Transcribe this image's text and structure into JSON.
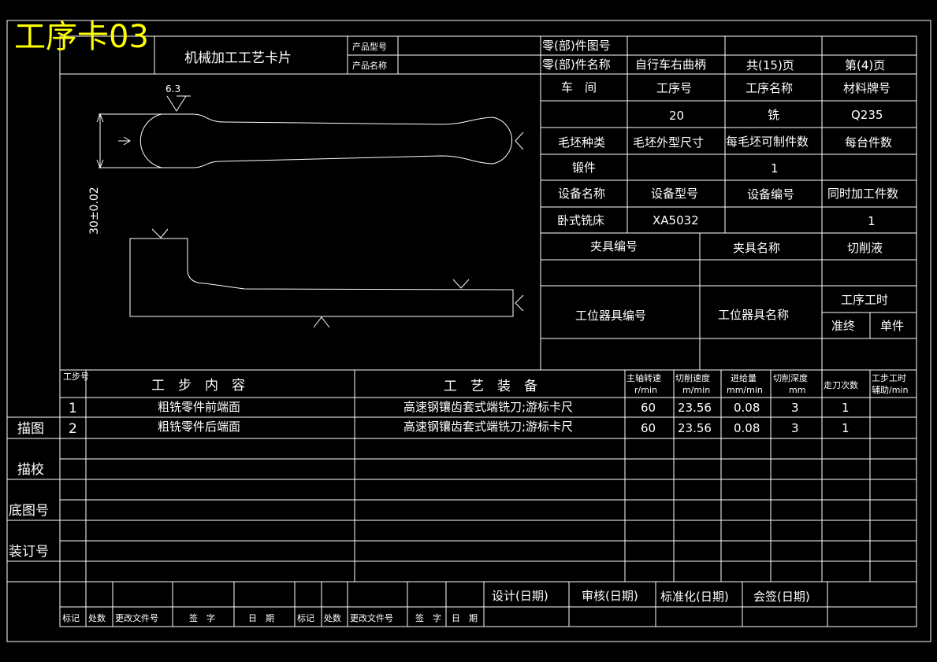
{
  "card": {
    "highlight_title": "工序卡03",
    "title": "机械加工工艺卡片",
    "product_model_label": "产品型号",
    "product_name_label": "产品名称",
    "part_drawing_label": "零(部)件图号",
    "part_name_label": "零(部)件名称",
    "part_name_value": "自行车右曲柄",
    "total_pages": "共(15)页",
    "page_no": "第(4)页"
  },
  "info": {
    "workshop_label": "车　间",
    "process_no_label": "工序号",
    "process_name_label": "工序名称",
    "material_label": "材料牌号",
    "process_no": "20",
    "process_name": "铣",
    "material": "Q235",
    "blank_type_label": "毛坯种类",
    "blank_size_label": "毛坯外型尺寸",
    "per_blank_label": "每毛坯可制件数",
    "per_unit_label": "每台件数",
    "blank_type": "锻件",
    "per_blank": "1",
    "equip_name_label": "设备名称",
    "equip_model_label": "设备型号",
    "equip_no_label": "设备编号",
    "simul_label": "同时加工件数",
    "equip_name": "卧式铣床",
    "equip_model": "XA5032",
    "simul": "1",
    "fixture_no_label": "夹具编号",
    "fixture_name_label": "夹具名称",
    "coolant_label": "切削液",
    "station_tool_no_label": "工位器具编号",
    "station_tool_name_label": "工位器具名称",
    "process_time_label": "工序工时",
    "prep_label": "准终",
    "unit_label": "单件"
  },
  "drawing": {
    "roughness": "6.3",
    "dimension": "30±0.02"
  },
  "steps": {
    "h_step": "工步号",
    "h_content": "工　步　内　容",
    "h_equip": "工　艺　装　备",
    "h_speed": "主轴转速",
    "h_speed_unit": "r/min",
    "h_cut_speed": "切削速度",
    "h_cut_speed_unit": "m/min",
    "h_feed": "进给量",
    "h_feed_unit": "mm/min",
    "h_depth": "切削深度",
    "h_depth_unit": "mm",
    "h_passes": "走刀次数",
    "h_time": "工步工时",
    "h_time_sub": "辅助/min",
    "rows": [
      {
        "no": "1",
        "content": "粗铣零件前端面",
        "equip": "高速钢镶齿套式端铣刀;游标卡尺",
        "speed": "60",
        "cut": "23.56",
        "feed": "0.08",
        "depth": "3",
        "passes": "1"
      },
      {
        "no": "2",
        "content": "粗铣零件后端面",
        "equip": "高速钢镶齿套式端铣刀;游标卡尺",
        "speed": "60",
        "cut": "23.56",
        "feed": "0.08",
        "depth": "3",
        "passes": "1"
      }
    ]
  },
  "side": {
    "trace": "描图",
    "trace_check": "描校",
    "base_no": "底图号",
    "binding_no": "装订号"
  },
  "footer": {
    "design": "设计(日期)",
    "review": "审核(日期)",
    "standard": "标准化(日期)",
    "countersign": "会签(日期)",
    "mark": "标记",
    "place": "处数",
    "change_doc": "更改文件号",
    "sign": "签　字",
    "date": "日　期",
    "mark2": "标记",
    "place2": "处数",
    "change_doc2": "更改文件号",
    "sign2": "签　字",
    "date2": "日　期"
  }
}
